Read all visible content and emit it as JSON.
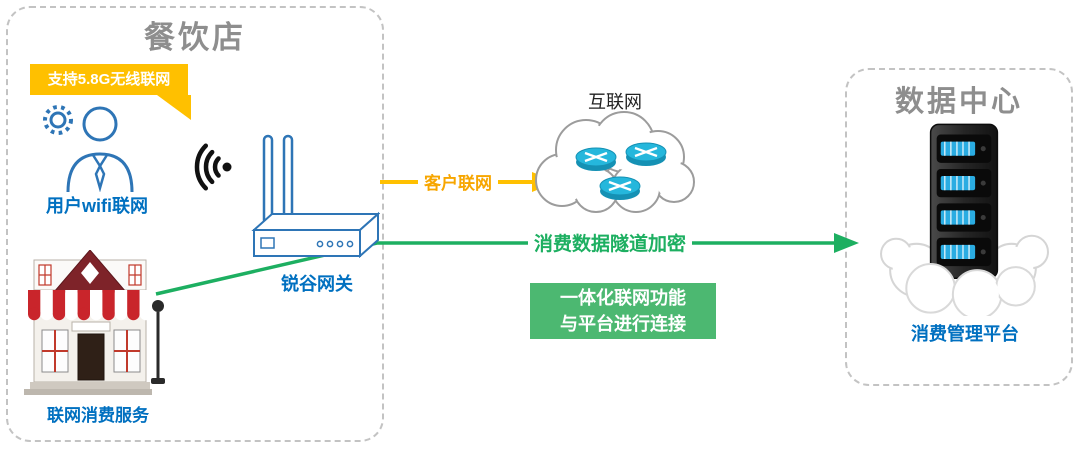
{
  "left_panel": {
    "title": "餐饮店",
    "badge": "支持5.8G无线联网",
    "user_label": "用户wifi联网",
    "gateway_label": "锐谷网关",
    "store_label": "联网消费服务"
  },
  "internet": {
    "label": "互联网"
  },
  "links": {
    "customer": "客户联网",
    "tunnel": "消费数据隧道加密"
  },
  "info_box": {
    "line1": "一体化联网功能",
    "line2": "与平台进行连接"
  },
  "right_panel": {
    "title": "数据中心",
    "platform_label": "消费管理平台"
  },
  "icons": {
    "user": "user-with-gear-icon",
    "wifi": "wifi-signal-icon",
    "gateway": "router-gateway-icon",
    "store": "storefront-icon",
    "internet": "internet-cloud-icon",
    "datacenter": "cloud-server-icon"
  },
  "colors": {
    "blue_text": "#0070C0",
    "yellow": "#FFC000",
    "orange_text": "#F7A600",
    "green_line": "#1DAF61",
    "green_box": "#4CB871",
    "gray_title": "#8E8E8E"
  }
}
